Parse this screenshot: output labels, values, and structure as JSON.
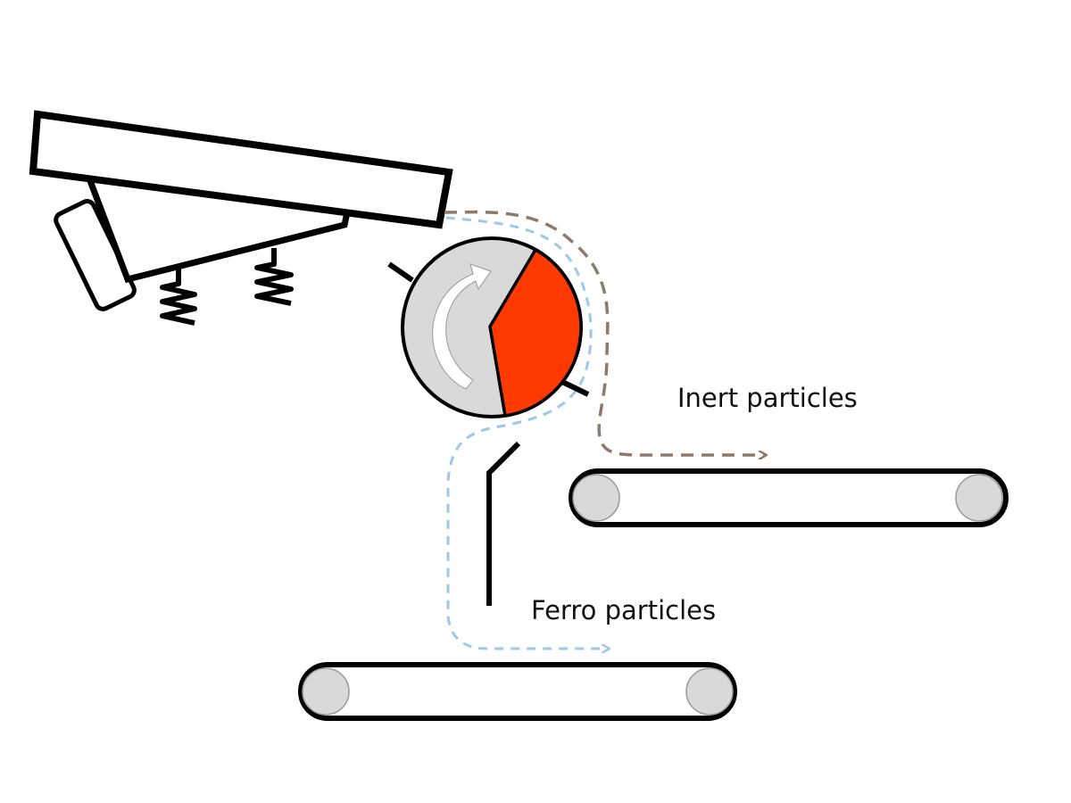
{
  "labels": {
    "inert": "Inert particles",
    "ferro": "Ferro particles"
  },
  "colors": {
    "magnetic_sector": "#ff3a00",
    "drum": "#d9d9d9",
    "roller": "#d9d9d9",
    "inert_path": "#8c7b6b",
    "ferro_path": "#9dc8ea",
    "outline": "#000000"
  },
  "icons": {
    "rotation": "curved-arrow-clockwise"
  }
}
